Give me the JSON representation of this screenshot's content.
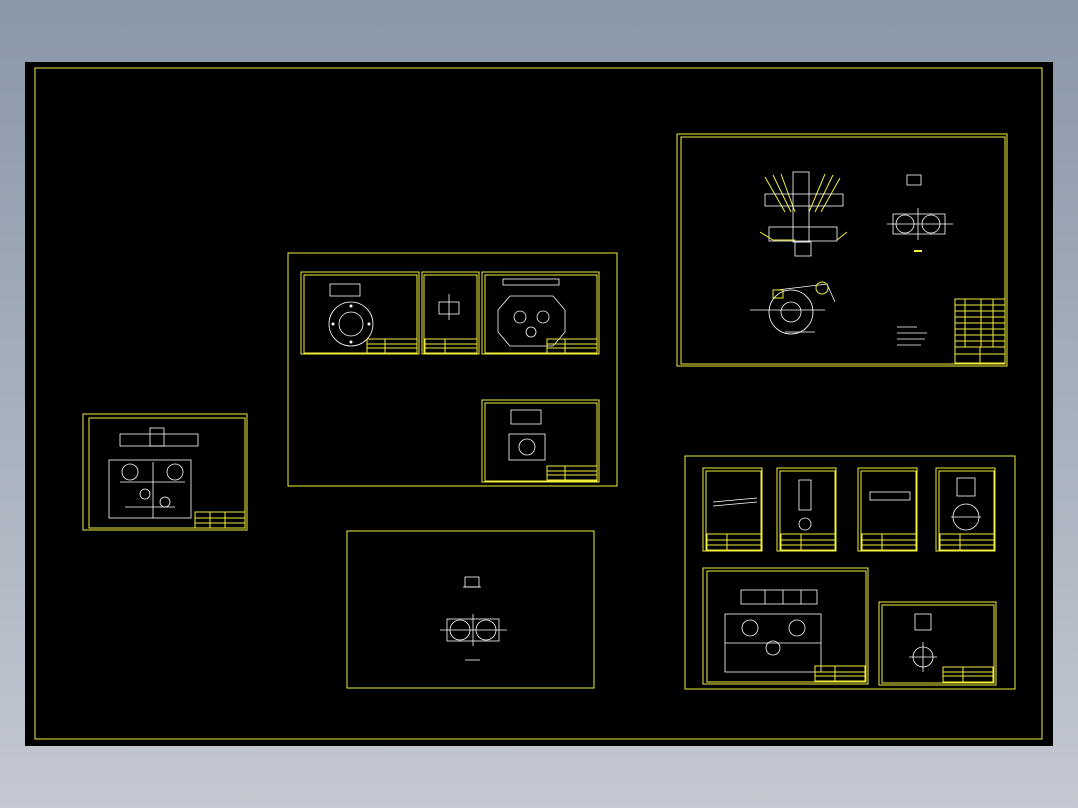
{
  "drawing": {
    "background": "#000000",
    "border_color": "#f2ee3c",
    "line_color": "#ffffff",
    "sheets": [
      "main-frame",
      "assembly-sheet",
      "part-group-top",
      "part-drawing-left",
      "part-drawing-bottom",
      "part-group-right"
    ]
  }
}
